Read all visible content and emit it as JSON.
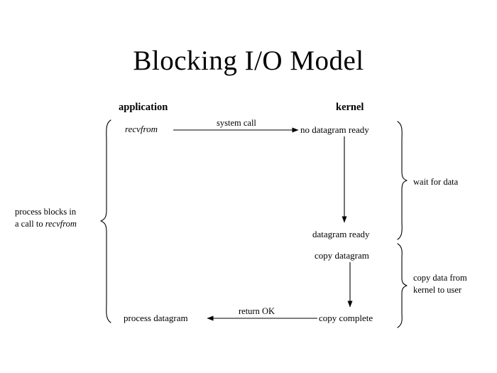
{
  "diagram": {
    "title": "Blocking I/O Model",
    "background_color": "#ffffff",
    "ink_color": "#000000",
    "columns": [
      {
        "name": "application",
        "label": "application"
      },
      {
        "name": "kernel",
        "label": "kernel"
      }
    ],
    "nodes": {
      "recvfrom": "recvfrom",
      "no_datagram_ready": "no datagram ready",
      "datagram_ready": "datagram ready",
      "copy_datagram": "copy datagram",
      "copy_complete": "copy complete",
      "process_datagram": "process datagram"
    },
    "edge_labels": {
      "system_call": "system  call",
      "return_ok": "return OK"
    },
    "brace_labels": {
      "wait_for_data": "wait for data",
      "copy_data_line1": "copy data from",
      "copy_data_line2": "kernel to user",
      "process_blocks_line1": "process blocks in",
      "process_blocks_line2_prefix": "a call to ",
      "process_blocks_line2_italic": "recvfrom"
    }
  }
}
